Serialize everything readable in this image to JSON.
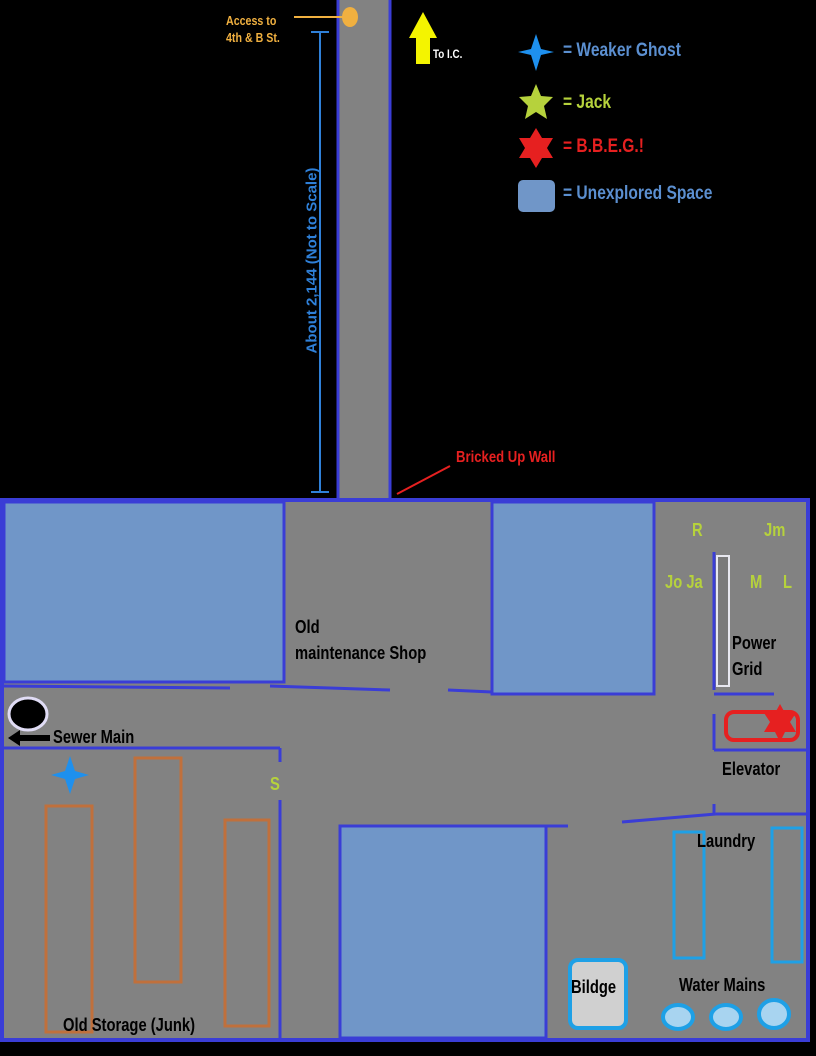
{
  "colors": {
    "floor": "#828282",
    "wall": "#3a3dd6",
    "unexplored": "#7096c8",
    "weaker_ghost": "#1e90ee",
    "jack": "#b6d23c",
    "bbeg": "#e62020",
    "junk_shelf": "#c0703c",
    "laundry": "#1ea0e6"
  },
  "top": {
    "access": "Access to\n4th & B St.",
    "to_ic": "To I.C.",
    "distance": "About 2,144 (Not to Scale)",
    "bricked": "Bricked Up Wall"
  },
  "legend": [
    {
      "icon": "blue-star-icon",
      "text": "= Weaker Ghost"
    },
    {
      "icon": "green-star-icon",
      "text": "= Jack"
    },
    {
      "icon": "red-star-icon",
      "text": "= B.B.E.G.!"
    },
    {
      "icon": "unexplored-swatch",
      "text": "= Unexplored Space"
    }
  ],
  "rooms": {
    "maintenance": "Old\nmaintenance Shop",
    "power_grid": "Power\nGrid",
    "elevator": "Elevator",
    "sewer": "Sewer Main",
    "laundry": "Laundry",
    "bildge": "Bildge",
    "water": "Water Mains",
    "storage": "Old Storage (Junk)"
  },
  "markers": {
    "R": "R",
    "Jm": "Jm",
    "JoJa": "Jo Ja",
    "M": "M",
    "L": "L",
    "S": "S"
  }
}
